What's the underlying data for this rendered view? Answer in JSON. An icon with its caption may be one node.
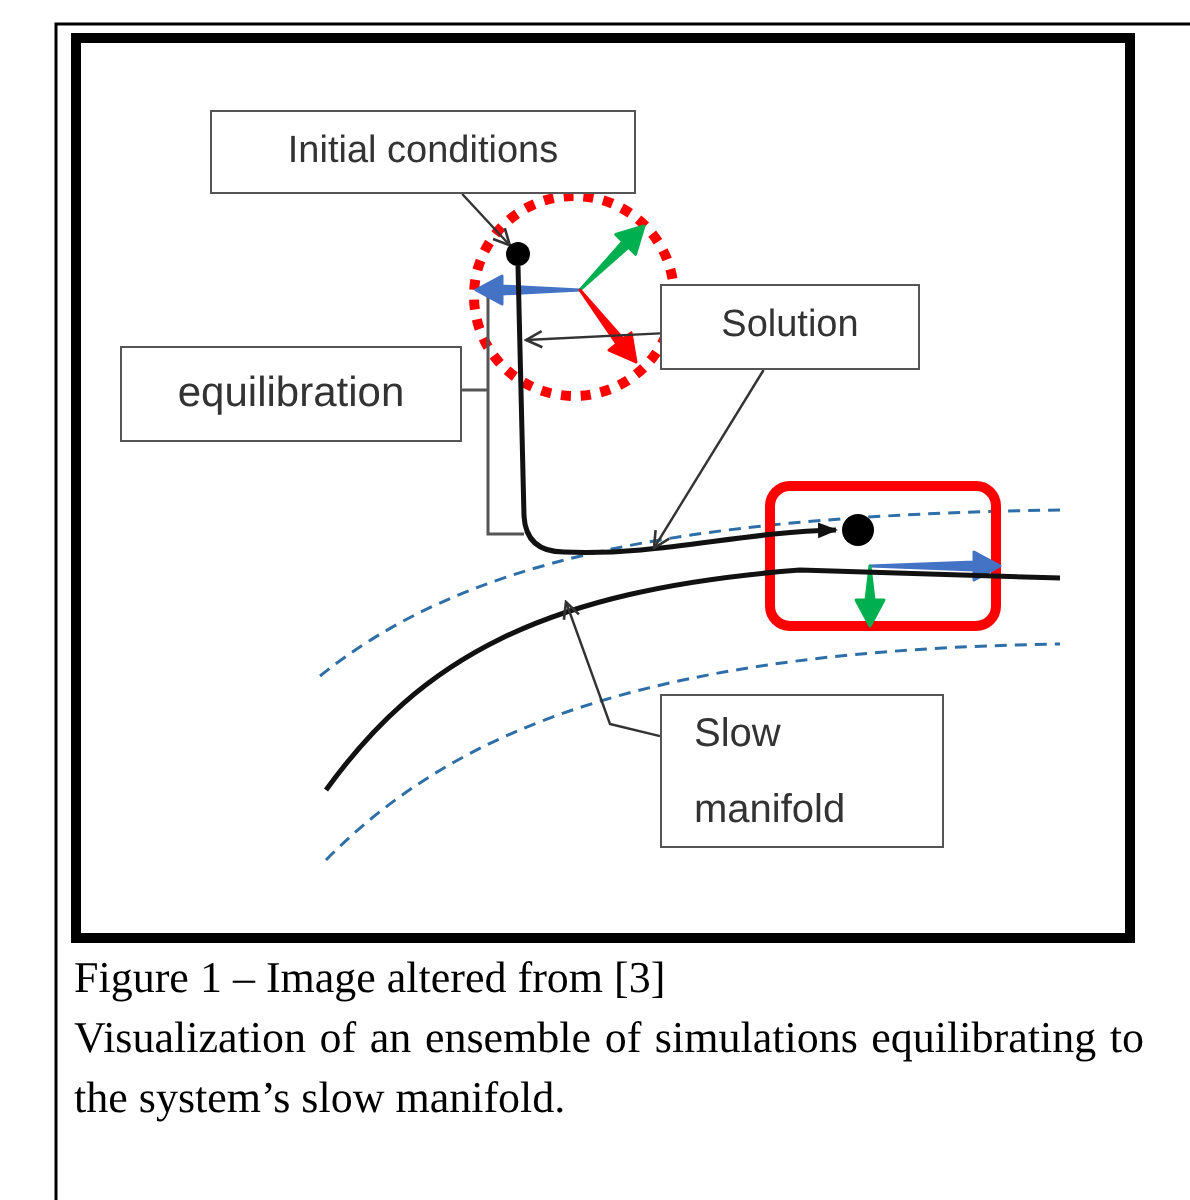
{
  "diagram": {
    "caption": "Figure 1 – Image altered from [3]",
    "nodes": [
      {
        "text": [
          "Initial conditions"
        ]
      },
      {
        "text": [
          "Solution"
        ]
      },
      {
        "text": [
          "equilibration"
        ]
      },
      {
        "text": [
          "Slow manifold"
        ]
      },
      {
        "text": [],
        "shape": "circle"
      },
      {
        "text": [],
        "shape": "circle"
      },
      {
        "text": [],
        "shape": "line"
      },
      {
        "text": [],
        "shape": "line"
      }
    ],
    "edges": [
      {
        "from": 0,
        "to": 4,
        "arrow": "to"
      },
      {
        "from": 1,
        "to": 6,
        "arrow": "to"
      },
      {
        "from": 1,
        "to": 6,
        "arrow": "to"
      },
      {
        "from": 3,
        "to": 7,
        "arrow": "to"
      }
    ],
    "labels": [
      "Visualization of an ensemble of simulations equilibrating to the system’s slow manifold."
    ]
  }
}
